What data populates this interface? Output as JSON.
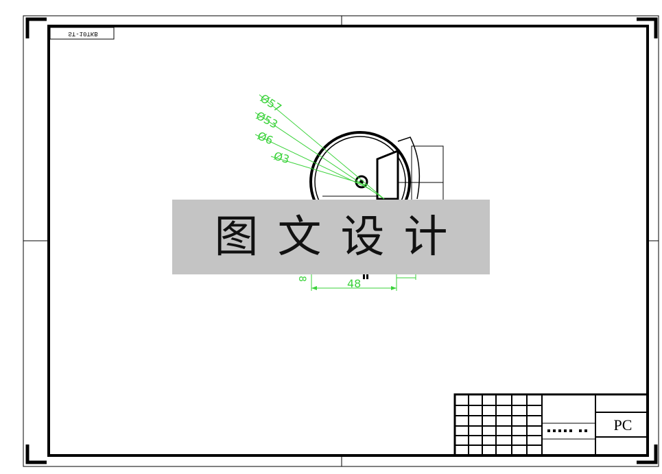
{
  "drawing": {
    "corner_tag": "ST-10TKB",
    "dimensions": {
      "d57": "Ø57",
      "d53": "Ø53",
      "d6": "Ø6",
      "d3": "Ø3",
      "width": "48",
      "side": "8"
    },
    "watermark": "图文设计",
    "title_block": {
      "code": "PC"
    }
  },
  "colors": {
    "frame": "#000000",
    "dimension": "#3ad23a",
    "watermark_bg": "#c4c4c4"
  }
}
